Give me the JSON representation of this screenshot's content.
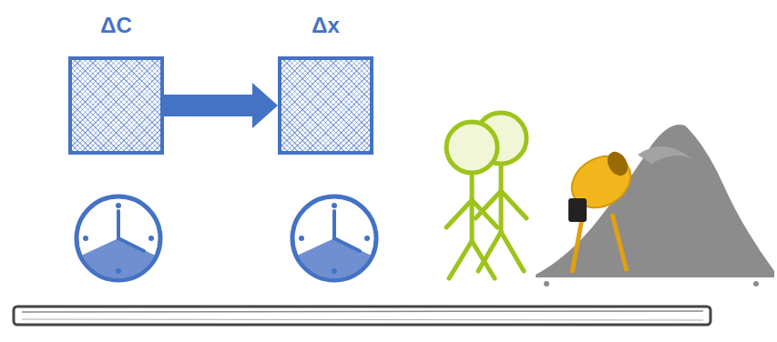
{
  "diagram": {
    "nodes": [
      {
        "text": [
          "ΔC"
        ]
      },
      {
        "text": [
          "Δx"
        ]
      }
    ],
    "edges": [
      {
        "from": 0,
        "to": 1,
        "arrow": "to"
      }
    ]
  }
}
